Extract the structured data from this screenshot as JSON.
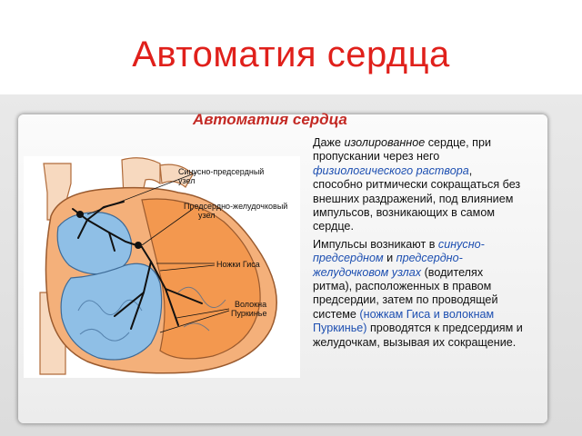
{
  "slide": {
    "title": "Автоматия сердца"
  },
  "panel": {
    "title": "Автоматия сердца"
  },
  "diagram": {
    "labels": {
      "sa_node_1": "Синусно-предсердный",
      "sa_node_2": "узел",
      "av_node_1": "Предсердно-желудочковый",
      "av_node_2": "узел",
      "his_legs": "Ножки Гиса",
      "purkinje_1": "Волокна",
      "purkinje_2": "Пуркинье"
    },
    "colors": {
      "left_heart": "#f3984f",
      "right_heart": "#8fbfe6",
      "vessels": "#f7d9bf",
      "nerves": "#111111"
    }
  },
  "text": {
    "p1": {
      "s1": "Даже ",
      "s2": "изолированное",
      "s3": " сердце, при пропускании через него ",
      "s4": "физиологического раствора",
      "s5": ", способно ритмически сокращаться без внешних раздражений, под влиянием импульсов, возникающих в самом сердце."
    },
    "p2": {
      "s1": "Импульсы возникают в ",
      "s2": "синусно-предсердном",
      "s3": " и ",
      "s4": "предсердно-желудочковом узлах",
      "s5": " (водителях ритма), расположенных в правом предсердии, затем по проводящей системе ",
      "s6": "(ножкам Гиса и волокнам Пуркинье)",
      "s7": " проводятся к предсердиям и желудочкам, вызывая их сокращение."
    }
  }
}
